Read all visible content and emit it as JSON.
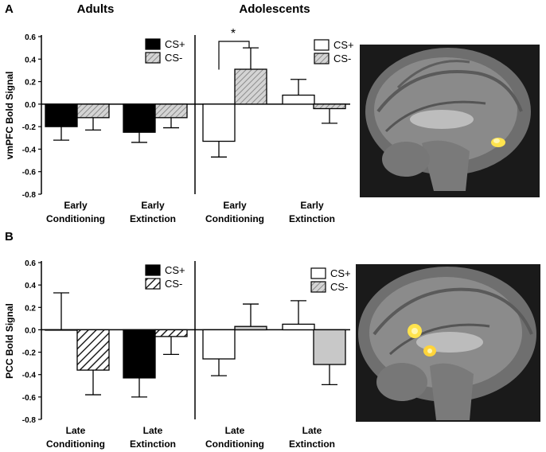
{
  "panels": [
    {
      "letter": "A",
      "groups": [
        "Adults",
        "Adolescents"
      ],
      "ylabel": "vmPFC Bold Signal",
      "y_ticks": [
        "0.6",
        "0.4",
        "0.2",
        "0.0",
        "-0.2",
        "-0.4",
        "-0.6",
        "-0.8"
      ],
      "legend": [
        "CS+",
        "CS-"
      ],
      "significance": "*",
      "categories": [
        [
          "Early",
          "Conditioning"
        ],
        [
          "Early",
          "Extinction"
        ],
        [
          "Early",
          "Conditioning"
        ],
        [
          "Early",
          "Extinction"
        ]
      ]
    },
    {
      "letter": "B",
      "ylabel": "PCC Bold Signal",
      "y_ticks": [
        "0.6",
        "0.4",
        "0.2",
        "0.0",
        "-0.2",
        "-0.4",
        "-0.6",
        "-0.8"
      ],
      "legend": [
        "CS+",
        "CS-"
      ],
      "categories": [
        [
          "Late",
          "Conditioning"
        ],
        [
          "Late",
          "Extinction"
        ],
        [
          "Late",
          "Conditioning"
        ],
        [
          "Late",
          "Extinction"
        ]
      ]
    }
  ],
  "chart_data": [
    {
      "type": "bar",
      "ylabel": "vmPFC Bold Signal",
      "ylim": [
        -0.8,
        0.6
      ],
      "legend": [
        "CS+",
        "CS-"
      ],
      "groups": [
        {
          "name": "Adults",
          "categories": [
            "Early Conditioning",
            "Early Extinction"
          ],
          "series": [
            {
              "name": "CS+",
              "values": [
                -0.2,
                -0.25
              ],
              "errors": [
                0.12,
                0.09
              ]
            },
            {
              "name": "CS-",
              "values": [
                -0.12,
                -0.12
              ],
              "errors": [
                0.11,
                0.09
              ]
            }
          ]
        },
        {
          "name": "Adolescents",
          "categories": [
            "Early Conditioning",
            "Early Extinction"
          ],
          "series": [
            {
              "name": "CS+",
              "values": [
                -0.33,
                0.08
              ],
              "errors": [
                0.14,
                0.14
              ]
            },
            {
              "name": "CS-",
              "values": [
                0.31,
                -0.04
              ],
              "errors": [
                0.19,
                0.13
              ]
            }
          ],
          "significance": "*"
        }
      ]
    },
    {
      "type": "bar",
      "ylabel": "PCC Bold Signal",
      "ylim": [
        -0.8,
        0.6
      ],
      "legend": [
        "CS+",
        "CS-"
      ],
      "groups": [
        {
          "name": "",
          "categories": [
            "Late Conditioning",
            "Late Extinction"
          ],
          "series": [
            {
              "name": "CS+",
              "values": [
                0.0,
                -0.43
              ],
              "errors": [
                0.33,
                0.17
              ]
            },
            {
              "name": "CS-",
              "values": [
                -0.36,
                -0.06
              ],
              "errors": [
                0.22,
                0.16
              ]
            }
          ]
        },
        {
          "name": "",
          "categories": [
            "Late Conditioning",
            "Late Extinction"
          ],
          "series": [
            {
              "name": "CS+",
              "values": [
                -0.26,
                0.05
              ],
              "errors": [
                0.15,
                0.21
              ]
            },
            {
              "name": "CS-",
              "values": [
                0.03,
                -0.31
              ],
              "errors": [
                0.2,
                0.18
              ]
            }
          ]
        }
      ]
    }
  ]
}
